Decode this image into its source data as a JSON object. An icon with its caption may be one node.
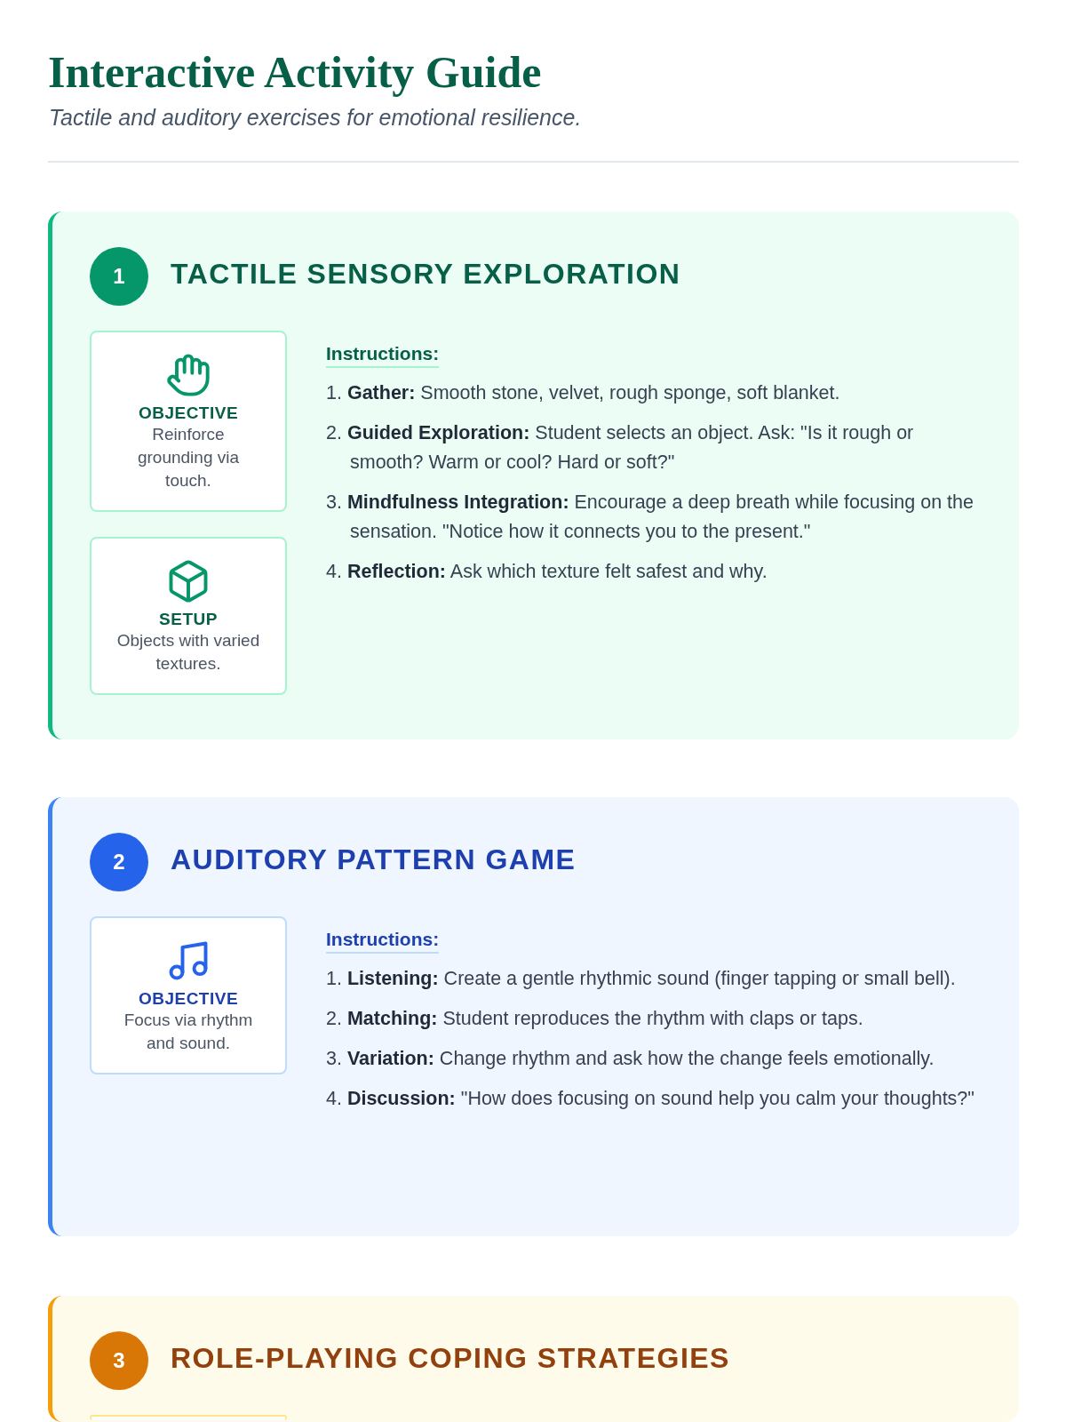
{
  "diagram": {
    "title": "Interactive Activity Guide",
    "nodes": [
      {
        "text": [
          "TACTILE SENSORY EXPLORATION",
          "Instructions:",
          "1. **Gather:** Smooth stone, velvet, rough sponge, soft blanket.",
          "2. **Guided Exploration:** Student selects an object. Ask: \"Is it rough or smooth? Warm or cool? Hard or soft?\"",
          "3. **Mindfulness Integration:** Encourage a deep breath while focusing on the sensation. \"Notice how it connects you to the present.\"",
          "4. **Reflection:** Ask which texture felt safest and why."
        ]
      },
      {
        "text": [
          "1"
        ],
        "in": 0
      },
      {
        "text": [
          "OBJECTIVE",
          "Reinforce grounding via touch."
        ],
        "in": 0
      },
      {
        "text": [
          "SETUP",
          "Objects with varied textures."
        ],
        "in": 0
      },
      {
        "text": [
          "AUDITORY PATTERN GAME",
          "Instructions:",
          "1. **Listening:** Create a gentle rhythmic sound (finger tapping or small bell).",
          "2. **Matching:** Student reproduces the rhythm with claps or taps.",
          "3. **Variation:** Change rhythm and ask how the change feels emotionally.",
          "4. **Discussion:** \"How does focusing on sound help you calm your thoughts?\""
        ]
      },
      {
        "text": [
          "2"
        ],
        "in": 4
      },
      {
        "text": [
          "OBJECTIVE",
          "Focus via rhythm and sound."
        ],
        "in": 4
      },
      {
        "text": [
          "ROLE-PLAYING COPING STRATEGIES"
        ]
      },
      {
        "text": [
          "3"
        ],
        "in": 7
      },
      {
        "text": [],
        "shape": "box",
        "in": 7
      }
    ],
    "labels": [
      "Tactile and auditory exercises for emotional resilience."
    ]
  }
}
